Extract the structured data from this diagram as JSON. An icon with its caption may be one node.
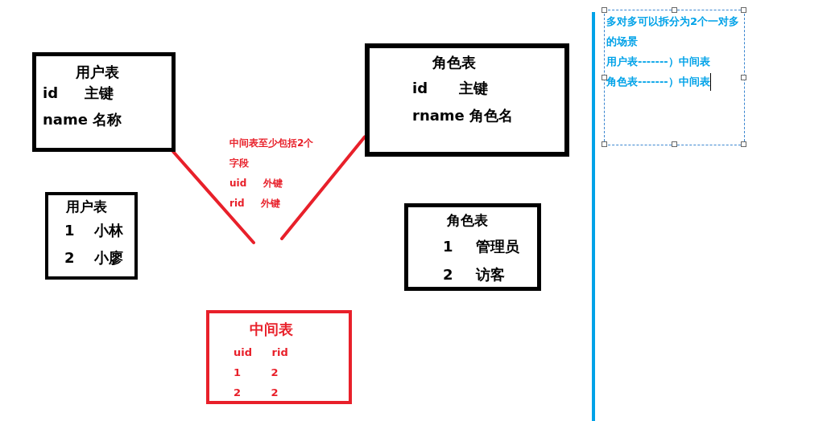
{
  "diagram": {
    "nodes": [
      {
        "text": [
          "用户表",
          "id 主键",
          "name 名称"
        ]
      },
      {
        "text": [
          "角色表",
          "id 主键",
          "rname 角色名"
        ]
      },
      {
        "text": [
          "用户表",
          "1 小林",
          "2 小廖"
        ]
      },
      {
        "text": [
          "角色表",
          "1 管理员",
          "2 访客"
        ]
      },
      {
        "text": [
          "中间表",
          "uid rid",
          "1 2",
          "2 2"
        ]
      },
      {
        "text": [
          "多对多可以拆分为2个一对多的场景",
          "用户表-------）中间表",
          "角色表-------）中间表"
        ]
      }
    ],
    "edges": [
      {
        "from": 0,
        "to": null,
        "arrow": "none"
      },
      {
        "from": 1,
        "to": null,
        "arrow": "none"
      }
    ],
    "labels": [
      "中间表至少包括2个字段",
      "uid 外键",
      "rid 外键"
    ]
  }
}
